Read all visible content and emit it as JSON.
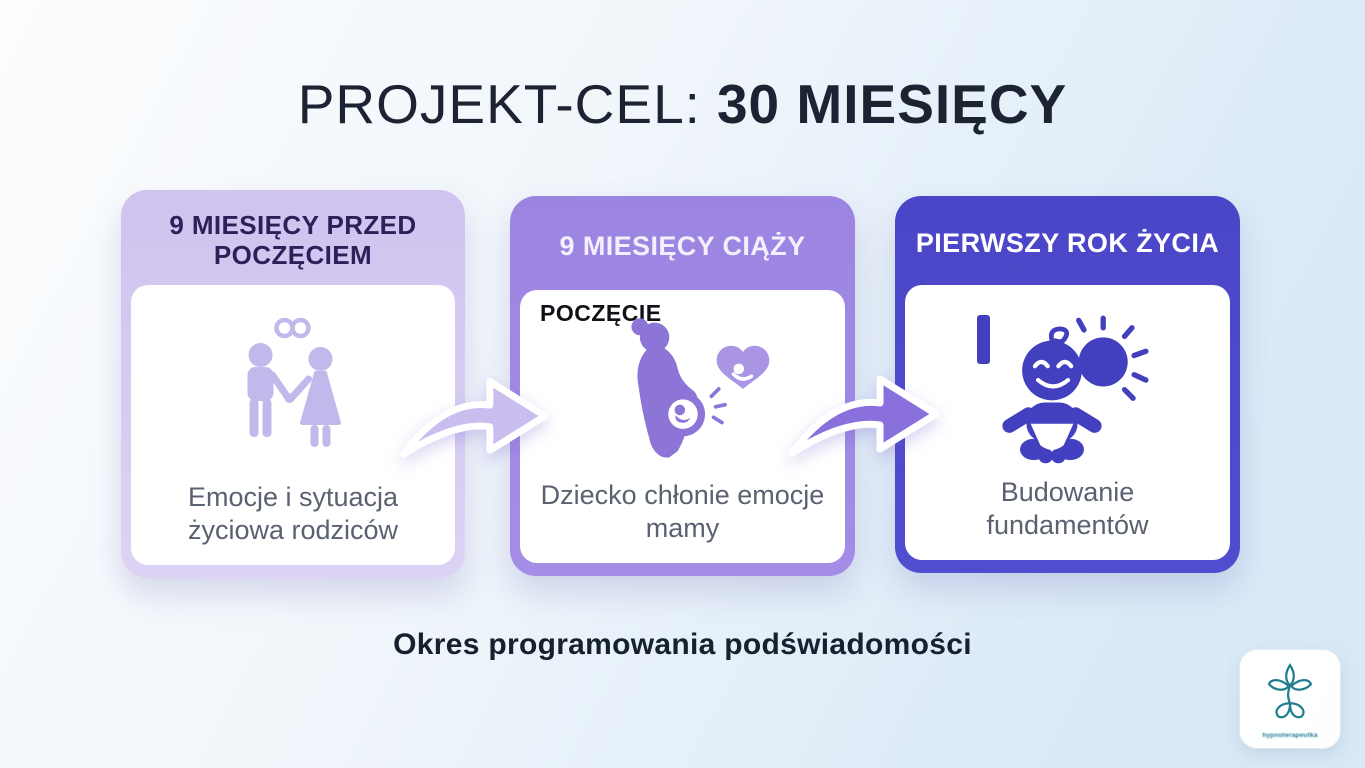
{
  "title": {
    "prefix": "PROJEKT-CEL:",
    "emphasis": "30 MIESIĘCY"
  },
  "cards": [
    {
      "header": "9 MIESIĘCY PRZED POCZĘCIEM",
      "caption": "Emocje i sytuacja życiowa rodziców",
      "icon": "couple-infinity-icon",
      "colors": {
        "frame": "#cfc3ef",
        "header_text": "#2b2158",
        "icon": "#c3b8ec"
      }
    },
    {
      "header": "9 MIESIĘCY CIĄŻY",
      "overlay_label": "POCZĘCIE",
      "caption": "Dziecko chłonie emocje mamy",
      "icon": "pregnant-woman-heart-icon",
      "colors": {
        "frame": "#9c85e2",
        "header_text": "#f4effc",
        "icon": "#8d75d8"
      }
    },
    {
      "header": "PIERWSZY ROK ŻYCIA",
      "caption": "Budowanie fundamentów",
      "icon": "baby-sun-icon",
      "colors": {
        "frame": "#4a46c7",
        "header_text": "#ffffff",
        "icon": "#4340bf"
      }
    }
  ],
  "arrows": [
    {
      "name": "arrow-1",
      "color": "#cabeef"
    },
    {
      "name": "arrow-2",
      "color": "#8a70dd"
    }
  ],
  "footer": {
    "caption": "Okres programowania podświadomości"
  },
  "logo": {
    "text": "hypnoterapeutka",
    "color": "#1f7d8e"
  }
}
